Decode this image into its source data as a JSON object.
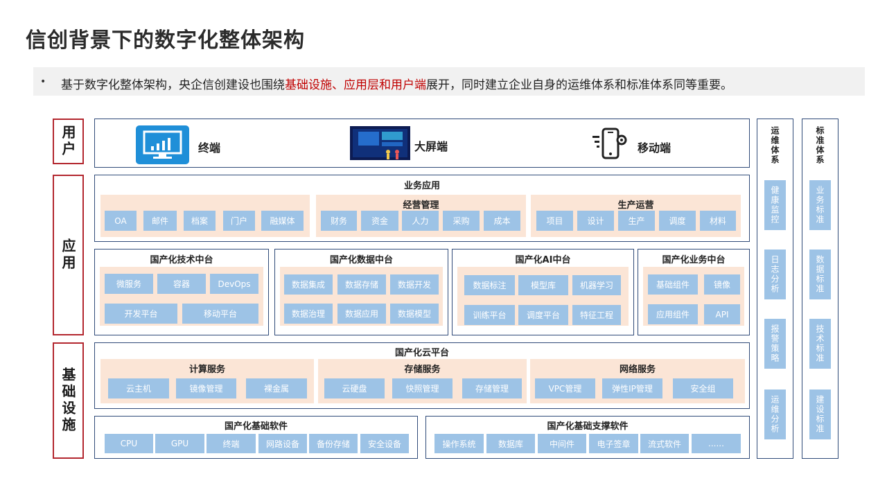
{
  "title": "信创背景下的数字化整体架构",
  "bullet": {
    "dot": "•",
    "pre": "基于数字化整体架构，央企信创建设也围绕",
    "highlight": "基础设施、应用层和用户端",
    "post": "展开，同时建立企业自身的运维体系和标准体系同等重要。"
  },
  "layers": {
    "user": "用户",
    "app": "应用",
    "infra": "基础设施"
  },
  "user_row": {
    "items": [
      {
        "label": "终端",
        "icon": "monitor-chart-icon"
      },
      {
        "label": "大屏端",
        "icon": "big-screen-icon"
      },
      {
        "label": "移动端",
        "icon": "mobile-gear-icon"
      }
    ]
  },
  "business_apps": {
    "title": "业务应用",
    "groups": [
      {
        "title": "",
        "items": [
          "OA",
          "邮件",
          "档案",
          "门户",
          "融媒体"
        ]
      },
      {
        "title": "经营管理",
        "items": [
          "财务",
          "资金",
          "人力",
          "采购",
          "成本"
        ]
      },
      {
        "title": "生产运营",
        "items": [
          "项目",
          "设计",
          "生产",
          "调度",
          "材料"
        ]
      }
    ]
  },
  "platforms": [
    {
      "title": "国产化技术中台",
      "rows": [
        [
          "微服务",
          "容器",
          "DevOps"
        ],
        [
          "开发平台",
          "移动平台"
        ]
      ]
    },
    {
      "title": "国产化数据中台",
      "rows": [
        [
          "数据集成",
          "数据存储",
          "数据开发"
        ],
        [
          "数据治理",
          "数据应用",
          "数据模型"
        ]
      ]
    },
    {
      "title": "国产化AI中台",
      "rows": [
        [
          "数据标注",
          "模型库",
          "机器学习"
        ],
        [
          "训练平台",
          "调度平台",
          "特征工程"
        ]
      ]
    },
    {
      "title": "国产化业务中台",
      "rows": [
        [
          "基础组件",
          "镜像"
        ],
        [
          "应用组件",
          "API"
        ]
      ]
    }
  ],
  "cloud": {
    "title": "国产化云平台",
    "groups": [
      {
        "title": "计算服务",
        "items": [
          "云主机",
          "镜像管理",
          "裸金属"
        ]
      },
      {
        "title": "存储服务",
        "items": [
          "云硬盘",
          "快照管理",
          "存储管理"
        ]
      },
      {
        "title": "网络服务",
        "items": [
          "VPC管理",
          "弹性IP管理",
          "安全组"
        ]
      }
    ]
  },
  "base_software": {
    "title": "国产化基础软件",
    "items": [
      "CPU",
      "GPU",
      "终端",
      "网路设备",
      "备份存储",
      "安全设备"
    ]
  },
  "support_software": {
    "title": "国产化基础支撑软件",
    "items": [
      "操作系统",
      "数据库",
      "中间件",
      "电子签章",
      "流式软件",
      "......"
    ]
  },
  "ops": {
    "title": "运维体系",
    "items": [
      "健康监控",
      "日志分析",
      "报警策略",
      "运维分析"
    ]
  },
  "standards": {
    "title": "标准体系",
    "items": [
      "业务标准",
      "数据标准",
      "技术标准",
      "建设标准"
    ]
  },
  "colors": {
    "frame": "#2f4a78",
    "layer_border": "#b3262e",
    "chip": "#9dc3e6",
    "panel": "#fbe5d6",
    "highlight": "#c00000"
  }
}
